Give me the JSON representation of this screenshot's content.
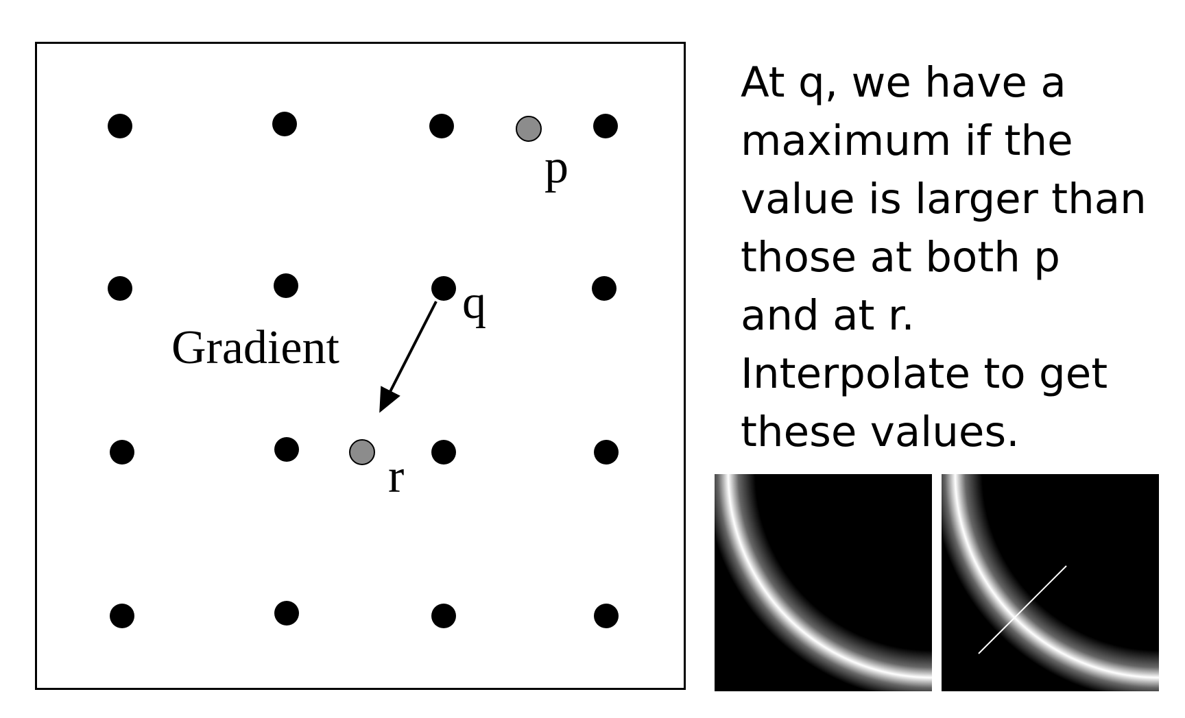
{
  "diagram": {
    "labels": {
      "p": "p",
      "q": "q",
      "r": "r",
      "gradient": "Gradient"
    },
    "colors": {
      "grid_point": "#000000",
      "interpolated_point": "#8c8c8c"
    }
  },
  "explanation": {
    "lines": [
      "At q, we have a",
      "maximum if the",
      "value is larger than",
      "those at both p",
      "and at r.",
      "Interpolate to get",
      "these values."
    ]
  },
  "thumbnails": [
    {
      "name": "edge-magnitude-image"
    },
    {
      "name": "edge-magnitude-image-with-gradient-line"
    }
  ]
}
